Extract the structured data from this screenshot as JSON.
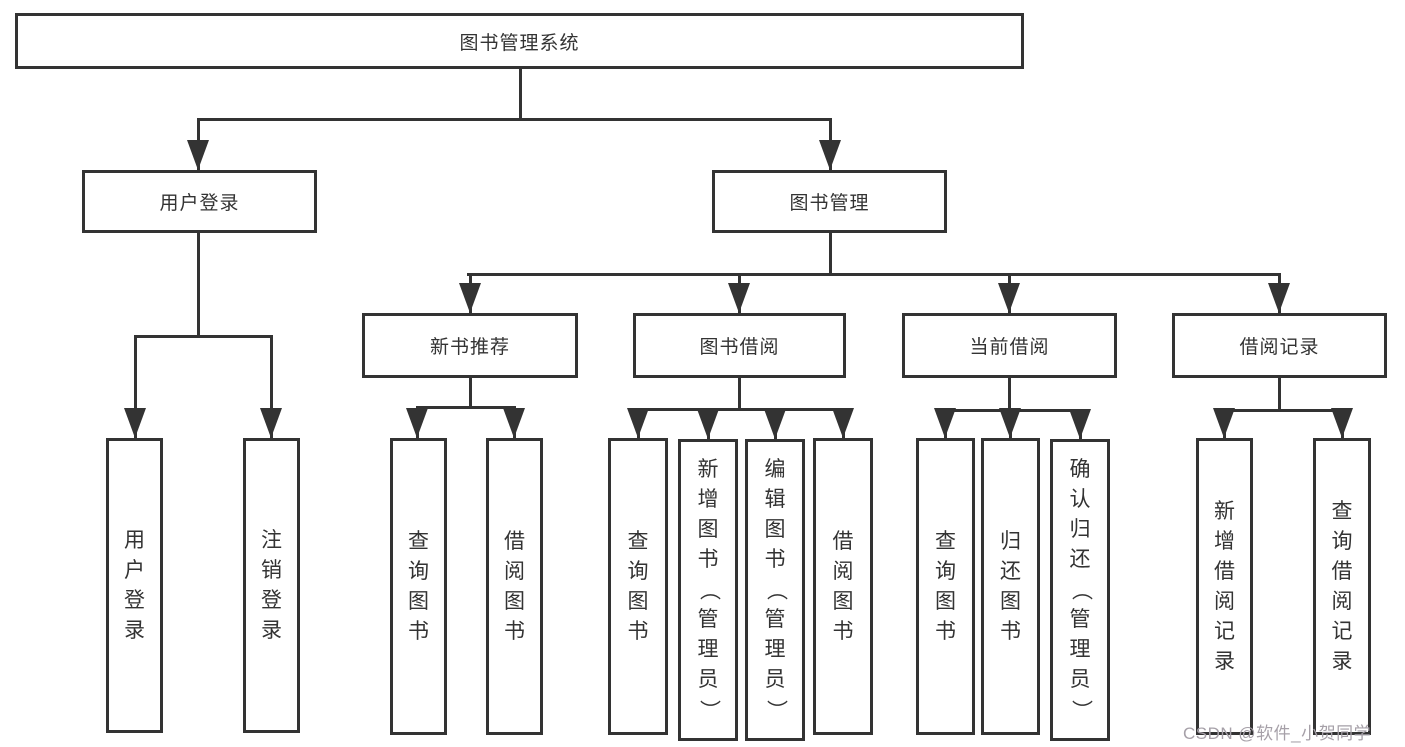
{
  "colors": {
    "line": "#333333",
    "text": "#333333",
    "box_bg": "#ffffff",
    "watermark": "#a6a0a8"
  },
  "watermark": {
    "text": "CSDN @软件_小贺同学"
  },
  "nodes": {
    "root": "图书管理系统",
    "user_login": "用户登录",
    "book_mgmt": "图书管理",
    "new_book": "新书推荐",
    "borrow": "图书借阅",
    "current": "当前借阅",
    "records": "借阅记录",
    "leaves": {
      "ul_login": "用户登录",
      "ul_logout": "注销登录",
      "nb_query": "查询图书",
      "nb_borrow": "借阅图书",
      "bb_query": "查询图书",
      "bb_add": "新增图书（管理员）",
      "bb_edit": "编辑图书（管理员）",
      "bb_borrow": "借阅图书",
      "cb_query": "查询图书",
      "cb_return": "归还图书",
      "cb_confirm": "确认归还（管理员）",
      "br_add": "新增借阅记录",
      "br_query": "查询借阅记录"
    }
  }
}
